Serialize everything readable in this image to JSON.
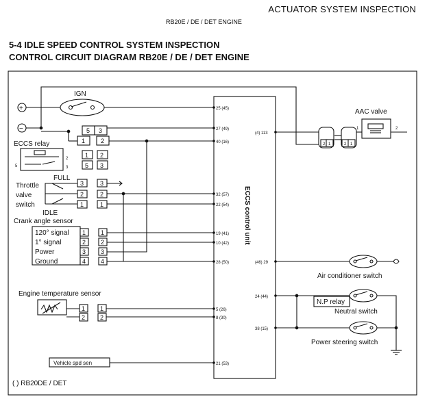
{
  "header": {
    "section": "ACTUATOR SYSTEM INSPECTION",
    "engine": "RB20E / DE / DET ENGINE"
  },
  "titles": {
    "line1": "5-4  IDLE SPEED CONTROL SYSTEM INSPECTION",
    "line2": "CONTROL CIRCUIT DIAGRAM  RB20E / DE / DET ENGINE"
  },
  "labels": {
    "ign": "IGN",
    "plus": "+",
    "minus": "−",
    "ecm": "ECCS control unit",
    "aac_valve": "AAC valve",
    "ecc_relay": "ECCS relay",
    "throttle1": "Throttle",
    "throttle2": "valve",
    "throttle3": "switch",
    "full": "FULL",
    "idle": "IDLE",
    "crank": "Crank angle sensor",
    "crank_120": "120° signal",
    "crank_1": "1° signal",
    "crank_power": "Power",
    "crank_ground": "Ground",
    "eng_temp": "Engine temperature sensor",
    "vehicle_spd": "Vehicle spd sen",
    "air_cond": "Air conditioner switch",
    "np_relay": "N.P relay",
    "neutral": "Neutral switch",
    "ps_switch": "Power steering switch",
    "footnote": "(   ) RB20DE / DET"
  },
  "terminals": {
    "t25": "25 (45)",
    "t27": "27 (49)",
    "t40": "40 (16)",
    "t113": "(4) 113",
    "t32": "32 (57)",
    "t22": "22 (54)",
    "t19": "19 (41)",
    "t10": "10 (42)",
    "t28": "28 (50)",
    "t29": "(46) 29",
    "t24": "24 (44)",
    "t5": "5 (26)",
    "t8": "8 (30)",
    "t38": "38 (15)",
    "t21": "21 (53)"
  },
  "pins": {
    "p1": "1",
    "p2": "2",
    "p3": "3",
    "p4": "4",
    "p5": "5"
  }
}
